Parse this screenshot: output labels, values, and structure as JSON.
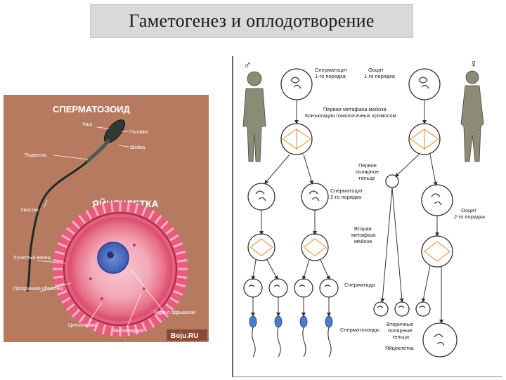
{
  "header": {
    "title": "Гаметогенез и оплодотворение"
  },
  "left": {
    "sperm_title": "СПЕРМАТОЗОИД",
    "egg_title": "ЯЙЦЕКЛЕТКА",
    "watermark": "Boju.RU",
    "sperm_labels": {
      "neck": "Чаш",
      "head": "Головка",
      "tail_mid": "Шейка",
      "midpiece": "Подвеска",
      "tail": "Хвостик"
    },
    "egg_labels": {
      "zona": "Лучистый венец",
      "membrane": "Прозрачная оболочка",
      "nucleus": "Ядро с ядрышком",
      "cytoplasm": "Цитоплазма",
      "mito": "Митохондрии"
    }
  },
  "right": {
    "male_symbol": "♂",
    "female_symbol": "♀",
    "labels": {
      "spermatocyte1": "Сперматоцит\n1-го порядка",
      "oocyte1": "Ооцит\n1-го порядка",
      "metaphase1": "Первая метафаза мейоза\nКонъюгация гомологичных хромосом",
      "polar1": "Первое\nполярное\nтельце",
      "spermatocyte2": "Сперматоцит\n2-го порядка",
      "oocyte2": "Ооцит\n2-го порядка",
      "metaphase2": "Вторая\nметафаза\nмейоза",
      "spermatids": "Сперматиды",
      "polar2": "Вторичные\nполярные\nтельца",
      "spermatozoa": "Сперматозоиды",
      "egg": "Яйцеклетка"
    }
  }
}
